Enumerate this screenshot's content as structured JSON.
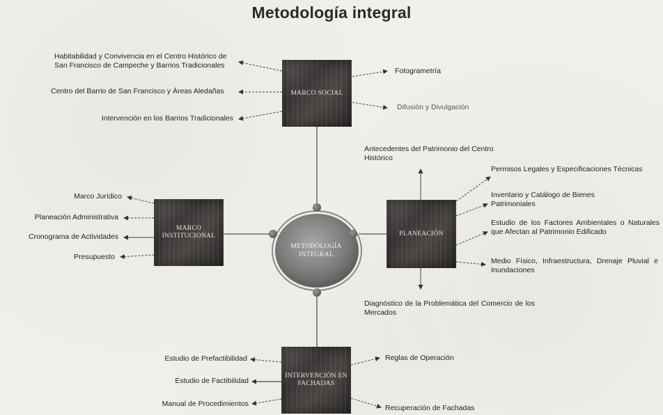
{
  "title": "Metodología integral",
  "center": {
    "label": "METODOLOGÍA INTEGRAL"
  },
  "nodes": {
    "social": "MARCO SOCIAL",
    "institucional": "MARCO INSTITUCIONAL",
    "planeacion": "PLANEACIÓN",
    "intervencion": "INTERVENCIÓN EN FACHADAS"
  },
  "social_items": {
    "habitabilidad": "Habitabilidad y Convivencia en el Centro Histórico de San Francisco de Campeche y Barrios Tradicionales",
    "centro_barrio": "Centro del Barrio de San Francisco y Áreas Aledañas",
    "intervencion_barrios": "Intervención en los Barrios Tradicionales",
    "fotogrametria": "Fotogrametría",
    "difusion": "Difusión y Divulgación"
  },
  "institucional_items": {
    "marco_juridico": "Marco Jurídico",
    "planeacion_admin": "Planeación Administrativa",
    "cronograma": "Cronograma de Actividades",
    "presupuesto": "Presupuesto"
  },
  "planeacion_items": {
    "antecedentes": "Antecedentes del Patrimonio del Centro Histórico",
    "permisos": "Permisos Legales y Especificaciones Técnicas",
    "inventario": "Inventario y Catálogo de Bienes Patrimoniales",
    "estudio_factores": "Estudio de los Factores Ambientales o Naturales que Afectan al Patrimonio Edificado",
    "medio_fisico": "Medio Físico, Infraestructura, Drenaje Pluvial e Inundaciones",
    "diagnostico": "Diagnóstico de la Problemática del Comercio de los Mercados"
  },
  "intervencion_items": {
    "prefactibilidad": "Estudio de Prefactibilidad",
    "factibilidad": "Estudio de Factibilidad",
    "manual": "Manual de Procedimientos",
    "reglas": "Reglas de Operación",
    "recuperacion": "Recuperación de Fachadas"
  }
}
